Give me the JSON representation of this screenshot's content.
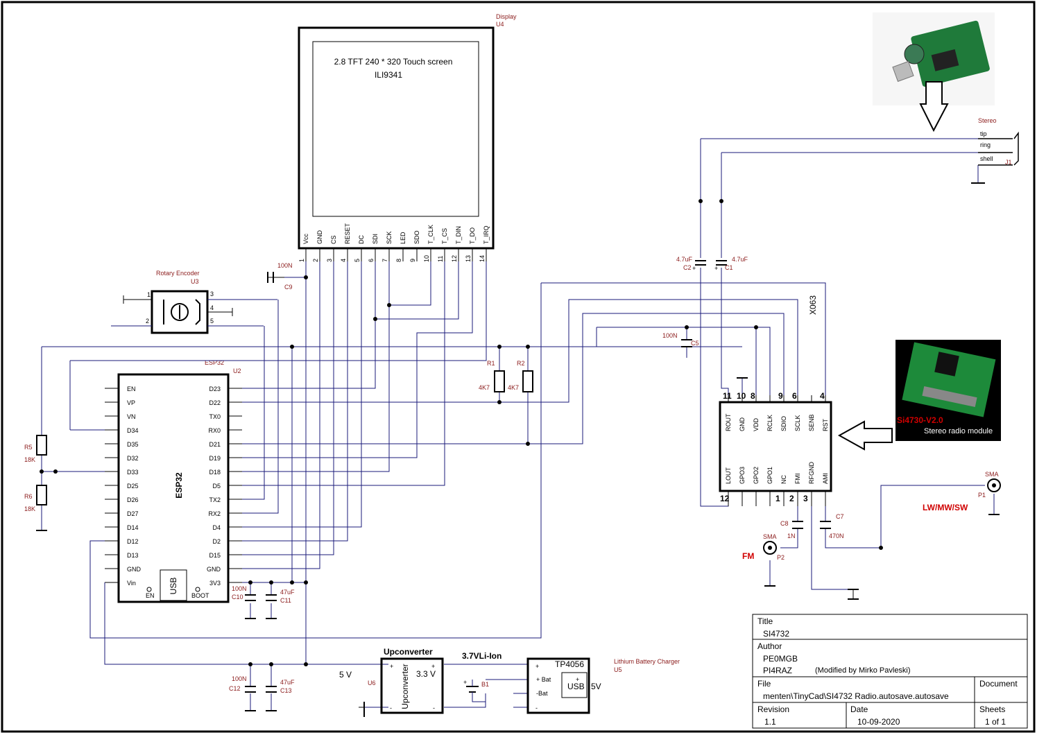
{
  "display": {
    "ref": "U4",
    "name": "Display",
    "line1": "2.8 TFT 240 * 320 Touch screen",
    "line2": "ILI9341",
    "pins": [
      {
        "n": "1",
        "label": "Vcc"
      },
      {
        "n": "2",
        "label": "GND"
      },
      {
        "n": "3",
        "label": "CS"
      },
      {
        "n": "4",
        "label": "RESET"
      },
      {
        "n": "5",
        "label": "DC"
      },
      {
        "n": "6",
        "label": "SDI"
      },
      {
        "n": "7",
        "label": "SCK"
      },
      {
        "n": "8",
        "label": "LED"
      },
      {
        "n": "9",
        "label": "SDO"
      },
      {
        "n": "10",
        "label": "T_CLK"
      },
      {
        "n": "11",
        "label": "T_CS"
      },
      {
        "n": "12",
        "label": "T_DIN"
      },
      {
        "n": "13",
        "label": "T_DO"
      },
      {
        "n": "14",
        "label": "T_IRQ"
      }
    ]
  },
  "esp32": {
    "ref": "U2",
    "name": "ESP32",
    "chip": "ESP32",
    "left_pins": [
      "EN",
      "VP",
      "VN",
      "D34",
      "D35",
      "D32",
      "D33",
      "D25",
      "D26",
      "D27",
      "D14",
      "D12",
      "D13",
      "GND",
      "Vin"
    ],
    "right_pins": [
      "D23",
      "D22",
      "TX0",
      "RX0",
      "D21",
      "D19",
      "D18",
      "D5",
      "TX2",
      "RX2",
      "D4",
      "D2",
      "D15",
      "GND",
      "3V3"
    ],
    "usb": "USB",
    "en_btn": "EN",
    "boot_btn": "BOOT"
  },
  "encoder": {
    "name": "Rotary Encoder",
    "ref": "U3",
    "pins": [
      "1",
      "2",
      "3",
      "4",
      "5"
    ]
  },
  "radio": {
    "ref": "X063",
    "top_pins": [
      {
        "n": "11",
        "label": "ROUT"
      },
      {
        "n": "10",
        "label": "GND"
      },
      {
        "n": "8",
        "label": "VDD"
      },
      {
        "n": "",
        "label": "RCLK"
      },
      {
        "n": "9",
        "label": "SDIO"
      },
      {
        "n": "6",
        "label": "SCLK"
      },
      {
        "n": "",
        "label": "SENB"
      },
      {
        "n": "4",
        "label": "RST"
      }
    ],
    "bottom_pins": [
      {
        "n": "12",
        "label": "LOUT"
      },
      {
        "n": "",
        "label": "GPO3"
      },
      {
        "n": "",
        "label": "GPO2"
      },
      {
        "n": "",
        "label": "GPO1"
      },
      {
        "n": "1",
        "label": "NC"
      },
      {
        "n": "2",
        "label": "FMI"
      },
      {
        "n": "3",
        "label": "RFGND"
      },
      {
        "n": "",
        "label": "AMI"
      }
    ],
    "module_title": "Si4730-V2.0",
    "module_sub": "Stereo radio module"
  },
  "jack": {
    "name": "Stereo",
    "ref": "J1",
    "tip": "tip",
    "ring": "ring",
    "shell": "shell"
  },
  "components": {
    "c1": {
      "ref": "C1",
      "val": "4.7uF"
    },
    "c2": {
      "ref": "C2",
      "val": "4.7uF"
    },
    "c5": {
      "ref": "C5",
      "val": "100N"
    },
    "c7": {
      "ref": "C7",
      "val": "470N"
    },
    "c8": {
      "ref": "C8",
      "val": "1N"
    },
    "c9": {
      "ref": "C9",
      "val": "100N"
    },
    "c10": {
      "ref": "C10",
      "val": "100N"
    },
    "c11": {
      "ref": "C11",
      "val": "47uF"
    },
    "c12": {
      "ref": "C12",
      "val": "100N"
    },
    "c13": {
      "ref": "C13",
      "val": "47uF"
    },
    "r1": {
      "ref": "R1",
      "val": "4K7"
    },
    "r2": {
      "ref": "R2",
      "val": "4K7"
    },
    "r5": {
      "ref": "R5",
      "val": "18K"
    },
    "r6": {
      "ref": "R6",
      "val": "18K"
    },
    "p1": {
      "ref": "P1",
      "name": "SMA",
      "band": "LW/MW/SW"
    },
    "p2": {
      "ref": "P2",
      "name": "SMA",
      "band": "FM"
    },
    "b1": {
      "ref": "B1",
      "name": "3.7VLi-Ion"
    }
  },
  "power": {
    "upconv_title": "Upconverter",
    "upconv_body": "Upconverter",
    "upconv_ref": "U6",
    "v_in": "5 V",
    "v_out": "3.3 V",
    "charger_title": "TP4056",
    "charger_name": "Lithium Battery Charger",
    "charger_ref": "U5",
    "bat_p": "+ Bat",
    "bat_n": "-Bat",
    "usb": "USB",
    "usb_v": "5V"
  },
  "title_block": {
    "title_h": "Title",
    "title": "SI4732",
    "author_h": "Author",
    "author1": "PE0MGB",
    "author2": "PI4RAZ",
    "author_note": "(Modified by Mirko Pavleski)",
    "file_h": "File",
    "file": "menten\\TinyCad\\SI4732 Radio.autosave.autosave",
    "doc_h": "Document",
    "rev_h": "Revision",
    "rev": "1.1",
    "date_h": "Date",
    "date": "10-09-2020",
    "sheets_h": "Sheets",
    "sheets": "1 of 1"
  }
}
